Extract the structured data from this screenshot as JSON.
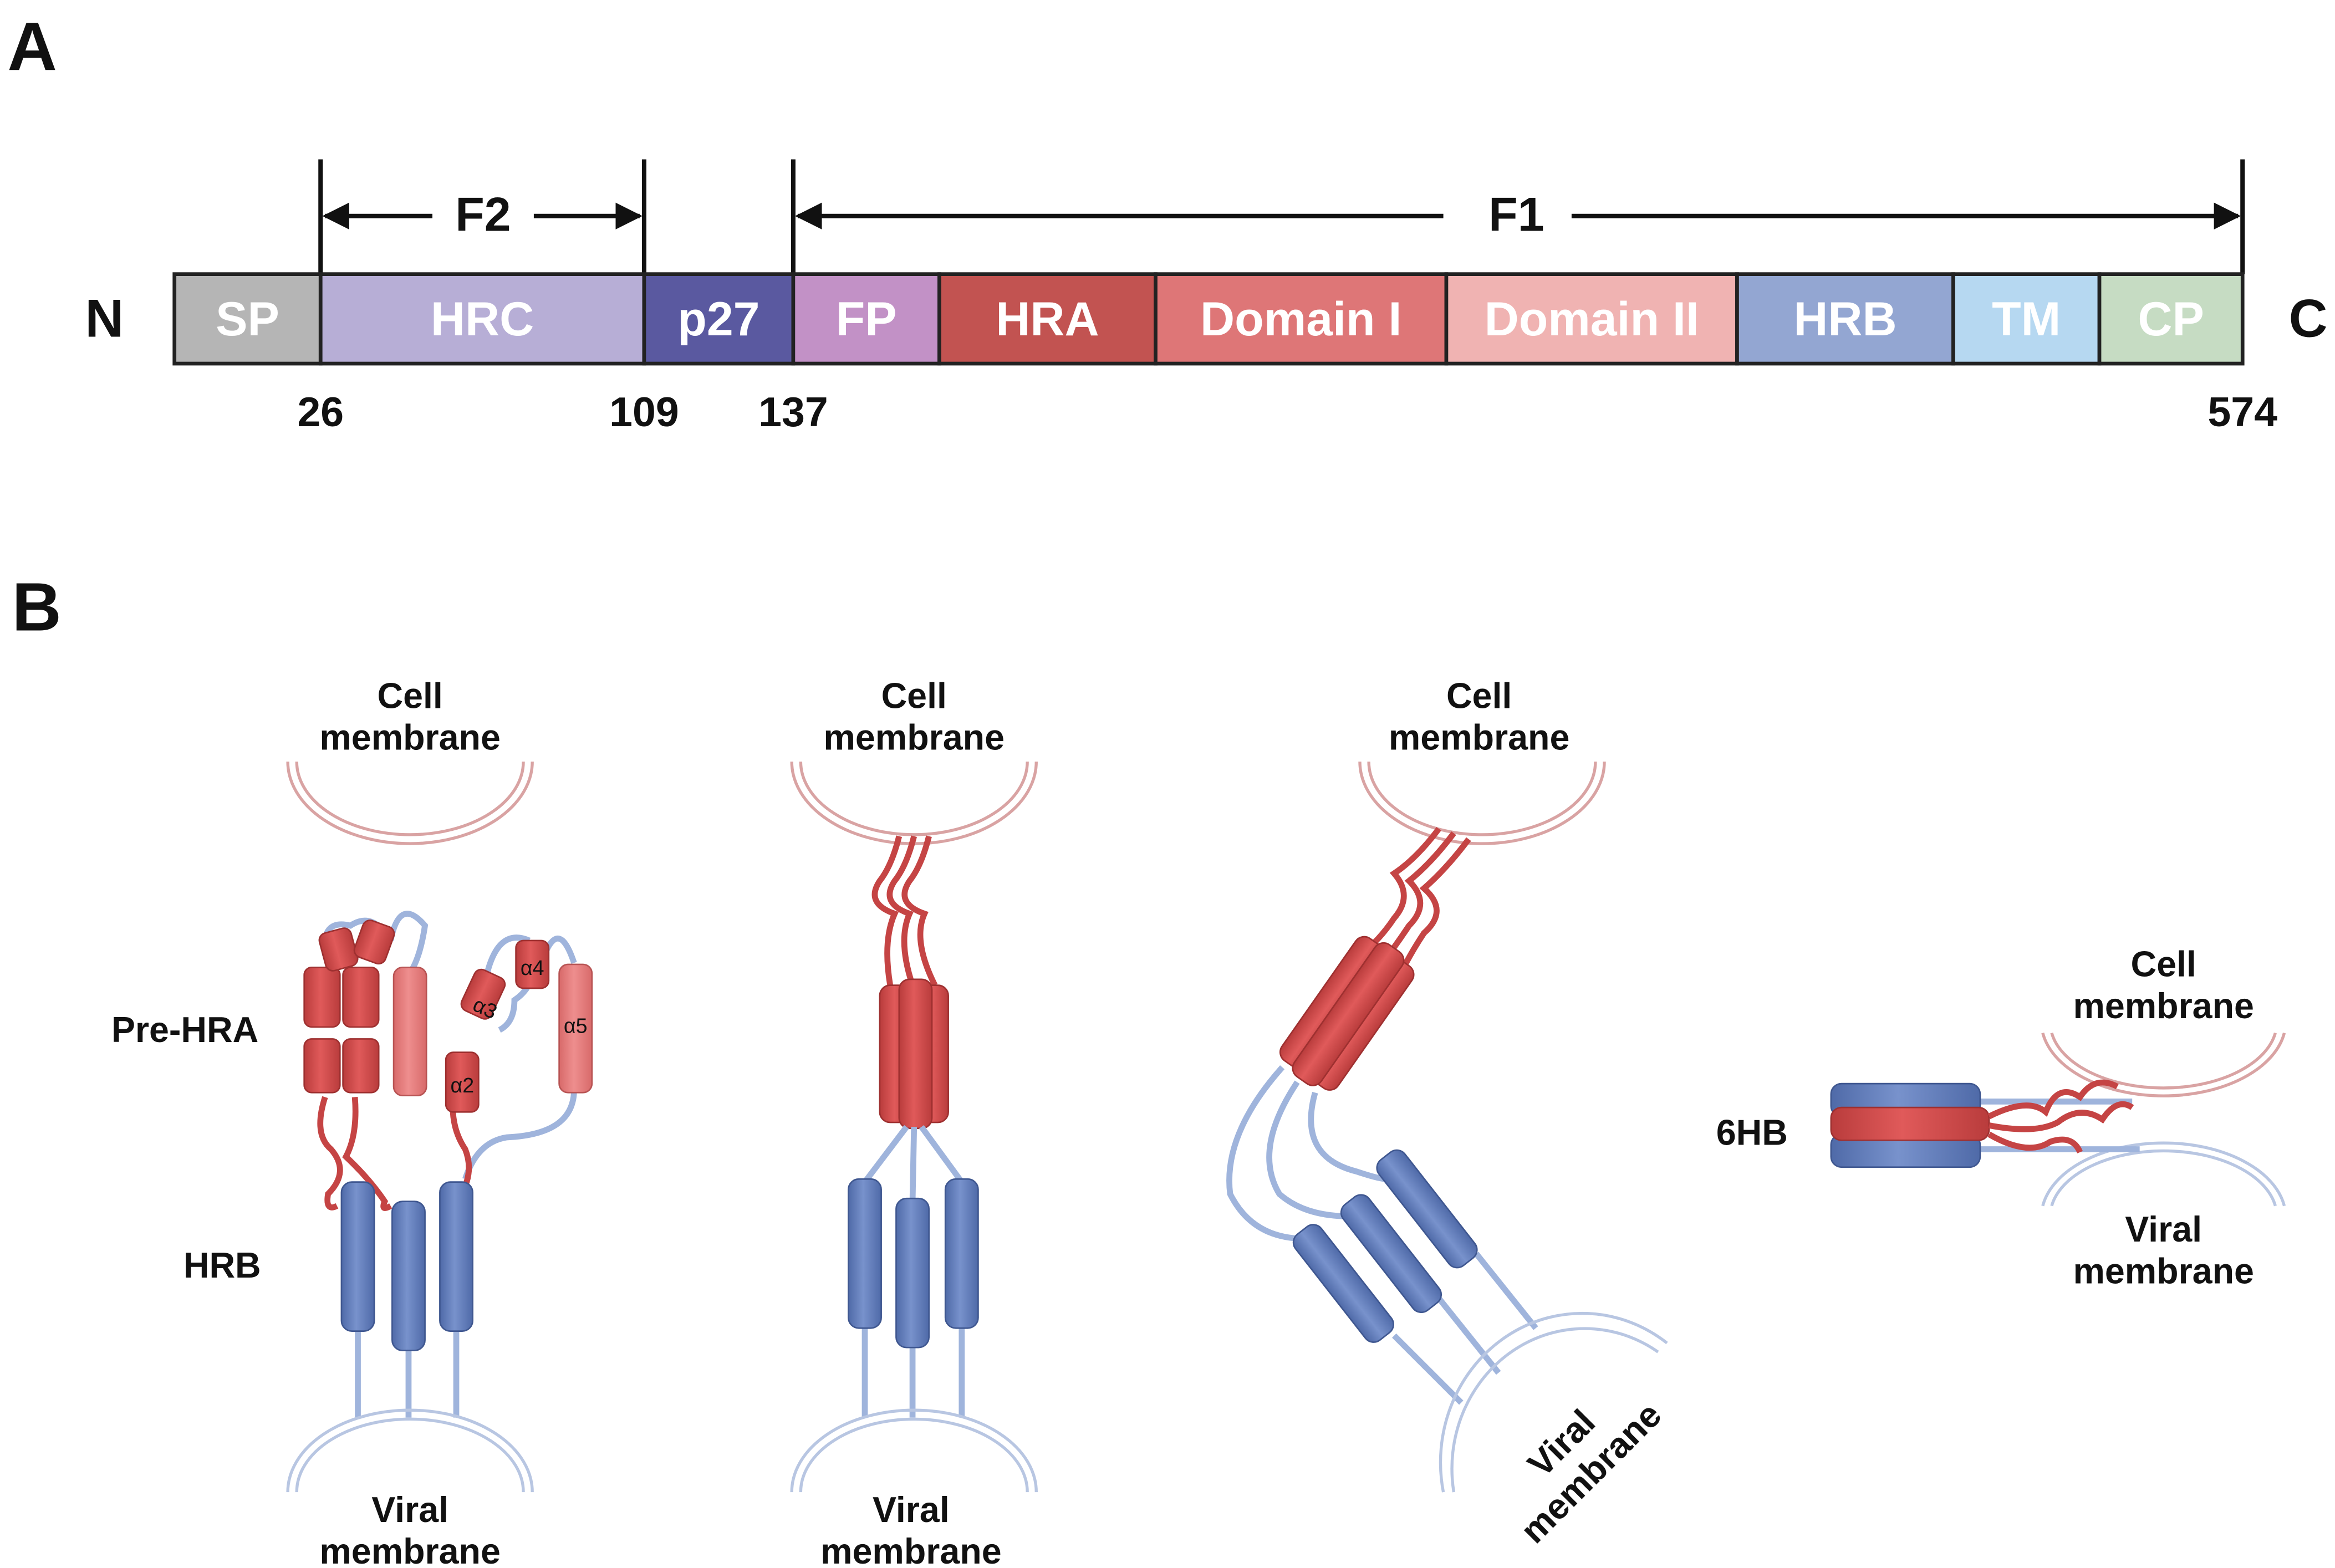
{
  "panel_a": {
    "label": "A",
    "n_terminus": "N",
    "c_terminus": "C",
    "f2_label": "F2",
    "f1_label": "F1",
    "segments": [
      {
        "label": "SP",
        "color": "#b5b5b5"
      },
      {
        "label": "HRC",
        "color": "#b7aed6"
      },
      {
        "label": "p27",
        "color": "#5a59a0"
      },
      {
        "label": "FP",
        "color": "#c291c6"
      },
      {
        "label": "HRA",
        "color": "#c25351"
      },
      {
        "label": "Domain I",
        "color": "#de7677"
      },
      {
        "label": "Domain II",
        "color": "#f0b3b2"
      },
      {
        "label": "HRB",
        "color": "#93a6d2"
      },
      {
        "label": "TM",
        "color": "#b6d8f1"
      },
      {
        "label": "CP",
        "color": "#c6dcc3"
      }
    ],
    "positions": [
      "26",
      "109",
      "137",
      "574"
    ]
  },
  "panel_b": {
    "label": "B",
    "stage1": {
      "cell_membrane": [
        "Cell",
        "membrane"
      ],
      "viral_membrane": [
        "Viral",
        "membrane"
      ],
      "pre_hra_label": "Pre-HRA",
      "hrb_label": "HRB",
      "helix_labels": [
        "α2",
        "α3",
        "α4",
        "α5"
      ]
    },
    "stage2": {
      "cell_membrane": [
        "Cell",
        "membrane"
      ],
      "viral_membrane": [
        "Viral",
        "membrane"
      ]
    },
    "stage3": {
      "cell_membrane": [
        "Cell",
        "membrane"
      ],
      "viral_membrane": [
        "Viral",
        "membrane"
      ]
    },
    "stage4": {
      "label_6hb": "6HB",
      "cell_membrane": [
        "Cell",
        "membrane"
      ],
      "viral_membrane": [
        "Viral",
        "membrane"
      ]
    }
  },
  "colors": {
    "red_helix": "#d24b4b",
    "red_light": "#e27777",
    "blue_helix": "#6b86c2",
    "linker_blue": "#9fb4dc",
    "membrane_red": "#d9a3a3",
    "membrane_blue": "#b8c6e2"
  }
}
